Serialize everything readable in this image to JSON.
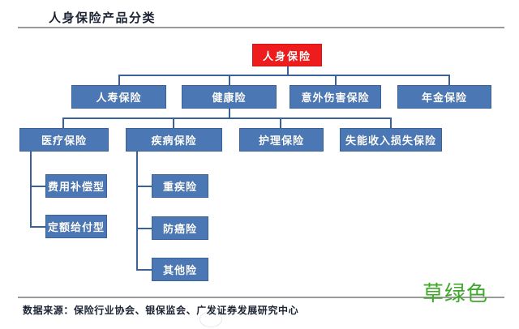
{
  "header": {
    "title": "人身保险产品分类"
  },
  "diagram": {
    "root": {
      "label": "人身保险",
      "color": "#ee1c1c"
    },
    "level2": [
      {
        "label": "人寿保险"
      },
      {
        "label": "健康险"
      },
      {
        "label": "意外伤害保险"
      },
      {
        "label": "年金保险"
      }
    ],
    "level3": [
      {
        "label": "医疗保险"
      },
      {
        "label": "疾病保险"
      },
      {
        "label": "护理保险"
      },
      {
        "label": "失能收入损失保险"
      }
    ],
    "medical_children": [
      {
        "label": "费用补偿型"
      },
      {
        "label": "定额给付型"
      }
    ],
    "disease_children": [
      {
        "label": "重疾险"
      },
      {
        "label": "防癌险"
      },
      {
        "label": "其他险"
      }
    ],
    "box_color": "#4b78b5",
    "line_color": "#3a6199"
  },
  "footer": {
    "source": "数据来源：保险行业协会、银保监会、广发证券发展研究中心",
    "watermark": "草绿色",
    "watermark_color": "#3fa82b"
  }
}
